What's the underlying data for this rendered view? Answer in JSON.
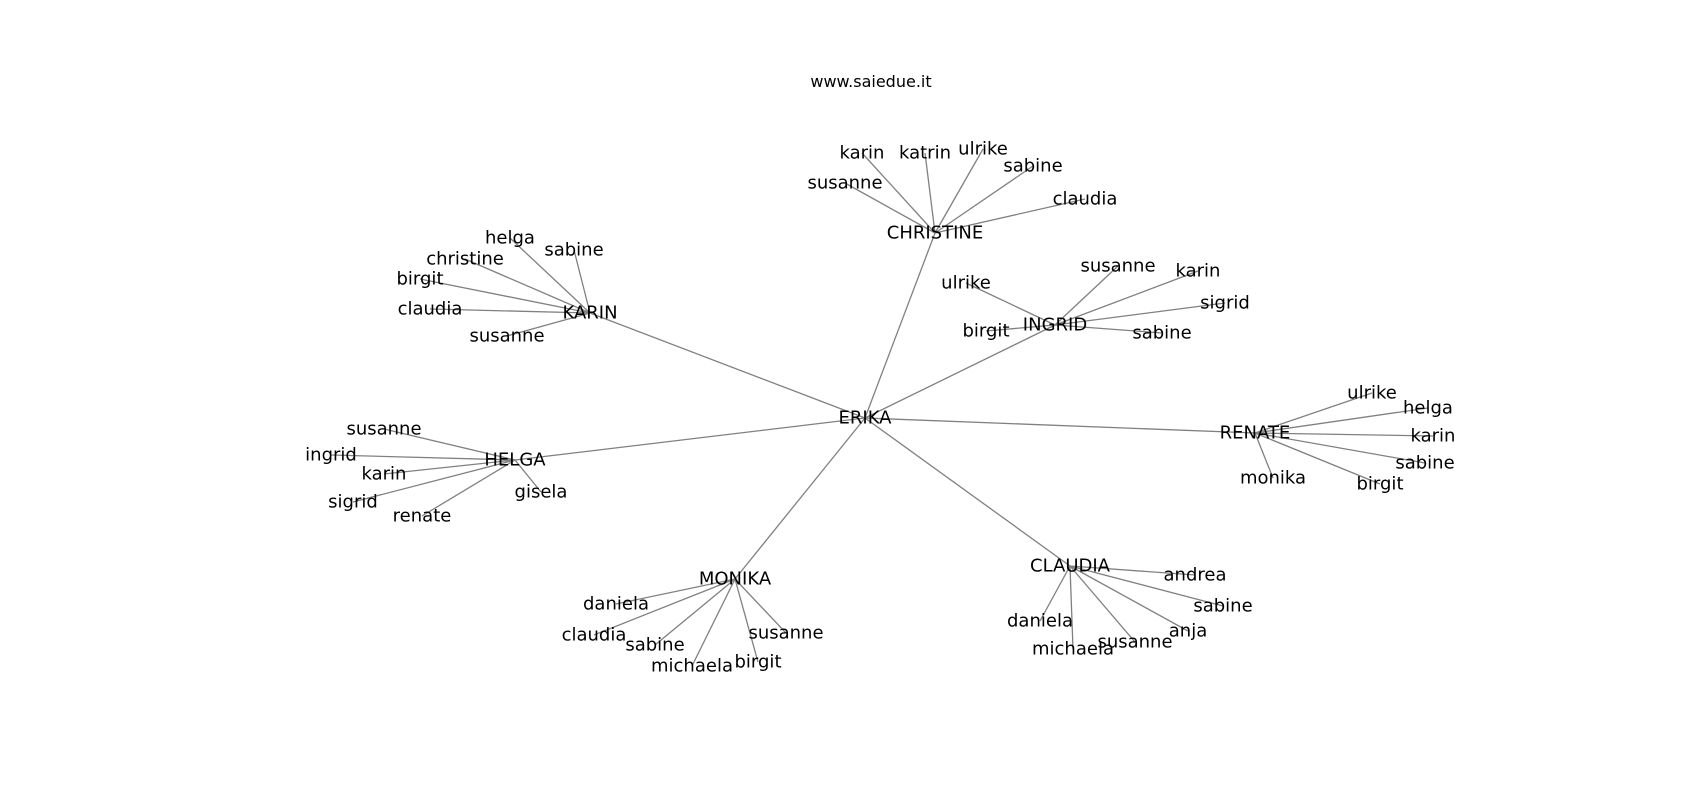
{
  "header": {
    "site": "www.saiedue.it"
  },
  "graph": {
    "root": "ERIKA",
    "groups": [
      {
        "hub": "CHRISTINE",
        "leaves": [
          "karin",
          "katrin",
          "ulrike",
          "sabine",
          "claudia",
          "susanne"
        ]
      },
      {
        "hub": "KARIN",
        "leaves": [
          "helga",
          "sabine",
          "christine",
          "birgit",
          "claudia",
          "susanne"
        ]
      },
      {
        "hub": "INGRID",
        "leaves": [
          "susanne",
          "karin",
          "ulrike",
          "sigrid",
          "birgit",
          "sabine"
        ]
      },
      {
        "hub": "HELGA",
        "leaves": [
          "susanne",
          "ingrid",
          "karin",
          "sigrid",
          "renate",
          "gisela"
        ]
      },
      {
        "hub": "RENATE",
        "leaves": [
          "ulrike",
          "helga",
          "karin",
          "sabine",
          "birgit",
          "monika"
        ]
      },
      {
        "hub": "MONIKA",
        "leaves": [
          "daniela",
          "claudia",
          "sabine",
          "michaela",
          "birgit",
          "susanne"
        ]
      },
      {
        "hub": "CLAUDIA",
        "leaves": [
          "andrea",
          "sabine",
          "anja",
          "susanne",
          "michaela",
          "daniela"
        ]
      }
    ]
  }
}
